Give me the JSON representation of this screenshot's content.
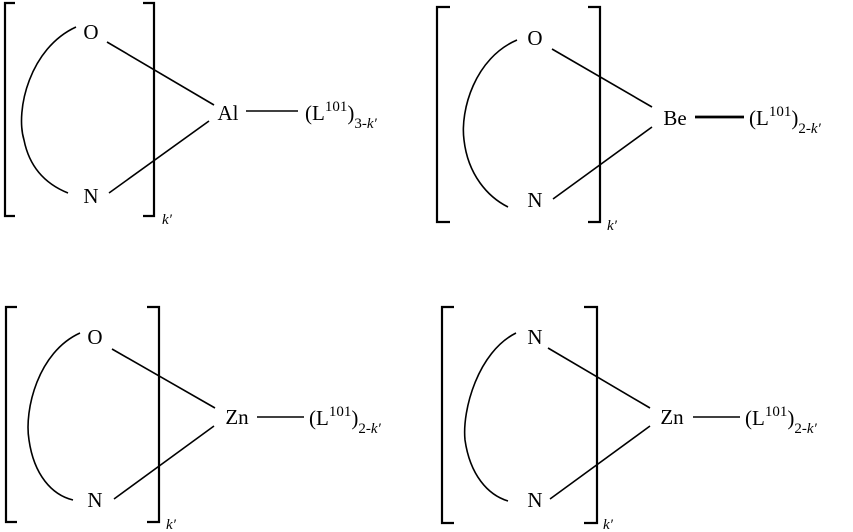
{
  "figure": {
    "description": "Four metal complex general formulas with bidentate chelating ligands",
    "structures": [
      {
        "id": "al-complex",
        "donor_top": "O",
        "donor_bottom": "N",
        "metal": "Al",
        "ligand_base": "(L",
        "ligand_sup": "101",
        "ligand_close": ")",
        "ligand_sub_num": "3-",
        "ligand_sub_var": "k′",
        "bracket_subscript": "k′"
      },
      {
        "id": "be-complex",
        "donor_top": "O",
        "donor_bottom": "N",
        "metal": "Be",
        "ligand_base": "(L",
        "ligand_sup": "101",
        "ligand_close": ")",
        "ligand_sub_num": "2-",
        "ligand_sub_var": "k′",
        "bracket_subscript": "k′"
      },
      {
        "id": "zn-on-complex",
        "donor_top": "O",
        "donor_bottom": "N",
        "metal": "Zn",
        "ligand_base": "(L",
        "ligand_sup": "101",
        "ligand_close": ")",
        "ligand_sub_num": "2-",
        "ligand_sub_var": "k′",
        "bracket_subscript": "k′"
      },
      {
        "id": "zn-nn-complex",
        "donor_top": "N",
        "donor_bottom": "N",
        "metal": "Zn",
        "ligand_base": "(L",
        "ligand_sup": "101",
        "ligand_close": ")",
        "ligand_sub_num": "2-",
        "ligand_sub_var": "k′",
        "bracket_subscript": "k′"
      }
    ]
  }
}
